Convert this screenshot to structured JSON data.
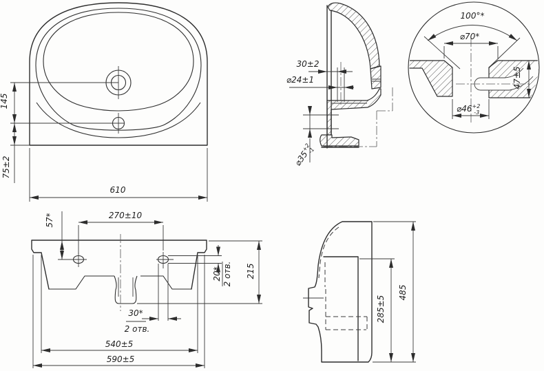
{
  "colors": {
    "background": "#fdfdfc",
    "line": "#2d2d2d",
    "dim_line": "#3a3a3a",
    "text": "#1e1e1e"
  },
  "views": {
    "front": {
      "dim_hole_spacing": "145",
      "dim_lower_offset": "75±2",
      "dim_overall_width": "610"
    },
    "section": {
      "dim_hole_offset": "30±2",
      "dim_hole_dia": "⌀24±1",
      "dim_drain": {
        "base": "⌀35",
        "sup": "+2",
        "sub": "-1"
      }
    },
    "detail": {
      "dim_cone_angle": "100°*",
      "dim_top_dia": "⌀70*",
      "dim_depth": "47±5",
      "dim_bottom_dia": {
        "base": "⌀46",
        "sup": "+2",
        "sub": "-3"
      }
    },
    "plan": {
      "dim_hole_edge_offset": "57*",
      "dim_hole_spacing": "270±10",
      "dim_hole_height": "20*",
      "dim_hole_height_qty": "2 отв.",
      "dim_depth": "215",
      "dim_hole_width": "30*",
      "dim_hole_width_qty": "2 отв.",
      "dim_mount_width": "540±5",
      "dim_overall_width": "590±5"
    },
    "side": {
      "dim_back_height": "285±5",
      "dim_overall_height": "485"
    }
  }
}
